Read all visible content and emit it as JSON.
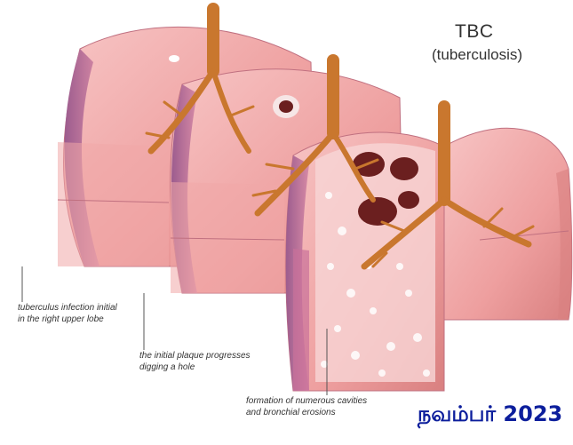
{
  "title": "TBC",
  "subtitle": "(tuberculosis)",
  "labels": {
    "stage1": "tuberculus infection initial\nin the right upper lobe",
    "stage2": "the initial plaque progresses\ndigging a hole",
    "stage3": "formation of numerous cavities\nand bronchial erosions"
  },
  "footer_date": "நவம்பர் 2023",
  "colors": {
    "lung_light": "#f5b3b3",
    "lung_mid": "#e99090",
    "lung_dark": "#b36a9a",
    "bronchus": "#c9772e",
    "date_blue": "#0c1e9c"
  }
}
